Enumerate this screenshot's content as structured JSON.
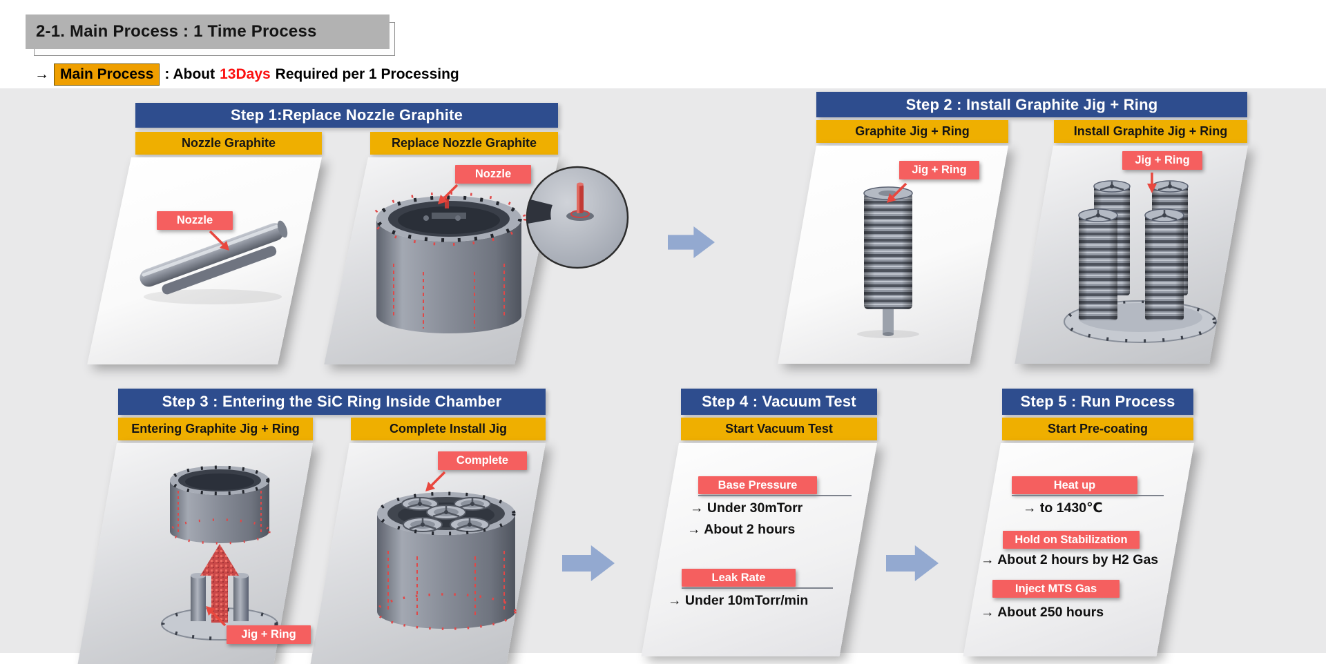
{
  "page": {
    "title": "2-1. Main Process : 1 Time Process",
    "subtitle": {
      "arrow": "→",
      "highlight": "Main Process",
      "mid": ": About",
      "days": "13Days",
      "tail": "Required per 1 Processing"
    }
  },
  "steps": [
    {
      "title": "Step 1:Replace Nozzle Graphite",
      "panels": [
        {
          "header": "Nozzle Graphite",
          "tag": "Nozzle"
        },
        {
          "header": "Replace Nozzle Graphite",
          "tag": "Nozzle"
        }
      ]
    },
    {
      "title": "Step 2 : Install Graphite Jig + Ring",
      "panels": [
        {
          "header": "Graphite Jig + Ring",
          "tag": "Jig + Ring"
        },
        {
          "header": "Install Graphite Jig + Ring",
          "tag": "Jig + Ring"
        }
      ]
    },
    {
      "title": "Step 3 : Entering the SiC Ring Inside Chamber",
      "panels": [
        {
          "header": "Entering Graphite Jig + Ring",
          "tag": "Jig + Ring"
        },
        {
          "header": "Complete Install Jig",
          "tag": "Complete"
        }
      ]
    },
    {
      "title": "Step 4 : Vacuum Test",
      "panels": [
        {
          "header": "Start Vacuum Test",
          "sections": [
            {
              "tag": "Base Pressure",
              "lines": [
                "→ Under 30mTorr",
                "→ About 2 hours"
              ]
            },
            {
              "tag": "Leak Rate",
              "lines": [
                "→ Under 10mTorr/min"
              ]
            }
          ]
        }
      ]
    },
    {
      "title": "Step 5 : Run Process",
      "panels": [
        {
          "header": "Start Pre-coating",
          "sections": [
            {
              "tag": "Heat up",
              "lines": [
                "→ to 1430℃"
              ]
            },
            {
              "tag": "Hold on Stabilization",
              "lines": [
                "→ About 2 hours by H2 Gas"
              ]
            },
            {
              "tag": "Inject MTS Gas",
              "lines": [
                "→ About 250 hours"
              ]
            }
          ]
        }
      ]
    }
  ],
  "colors": {
    "step_header_blue": "#2e4d8e",
    "panel_header_yellow": "#efaf00",
    "tag_red": "#f55f5f",
    "highlight_orange": "#ef9f00",
    "days_red": "#fb0f0f",
    "flow_arrow_blue": "#93a9d0",
    "slide_gray": "#e9e9ea",
    "title_gray": "#b2b2b2"
  },
  "icons": {
    "flow_arrow": "right-block-arrow",
    "tag_pointer": "red-pointer-arrow",
    "up_arrow": "red-up-block-arrow",
    "zoom_inset": "magnifier-detail-circle"
  }
}
